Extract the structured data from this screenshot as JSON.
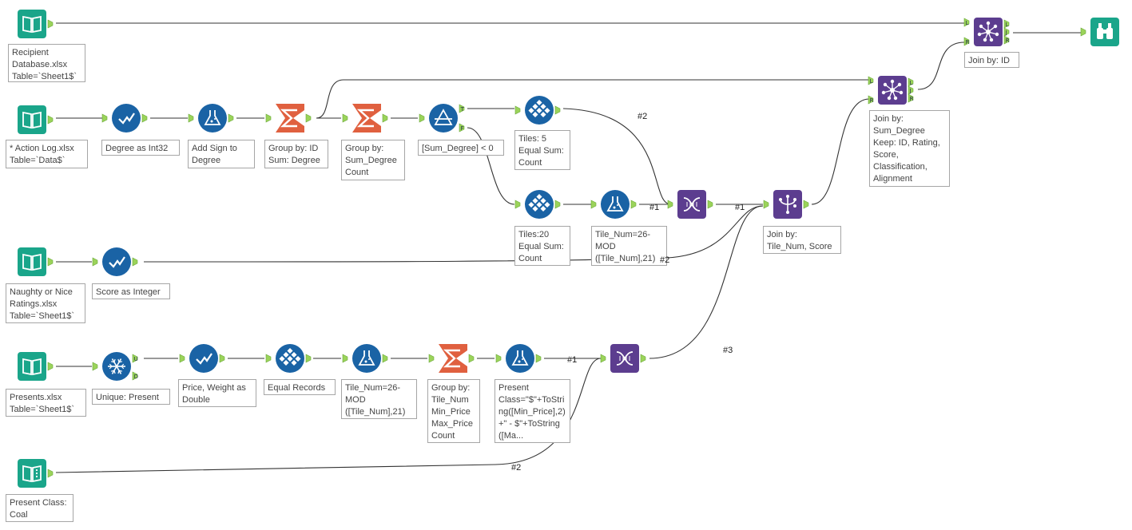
{
  "canvas": {
    "colors": {
      "input_teal": "#1aa58a",
      "prep_blue": "#1a63a5",
      "transform_orange": "#e0603f",
      "join_purple": "#5c3d8f",
      "anchor_green": "#9bd35a",
      "connection": "#333333"
    }
  },
  "nodes": [
    {
      "id": "n1",
      "kind": "input",
      "icon": "open-book-icon",
      "annotation": [
        "Recipient",
        "Database.xlsx",
        "Table=`Sheet1$`"
      ]
    },
    {
      "id": "n2",
      "kind": "input",
      "icon": "open-book-icon",
      "annotation": [
        "* Action Log.xlsx",
        "Table=`Data$`"
      ]
    },
    {
      "id": "n3",
      "kind": "select",
      "icon": "checkmark-icon",
      "annotation": [
        "Degree as Int32"
      ]
    },
    {
      "id": "n4",
      "kind": "formula",
      "icon": "flask-icon",
      "annotation": [
        "Add Sign to",
        "Degree"
      ]
    },
    {
      "id": "n5",
      "kind": "summarize",
      "icon": "sigma-icon",
      "annotation": [
        "Group by: ID",
        "Sum: Degree"
      ]
    },
    {
      "id": "n6",
      "kind": "summarize",
      "icon": "sigma-icon",
      "annotation": [
        "Group by:",
        "Sum_Degree",
        "Count"
      ]
    },
    {
      "id": "n7",
      "kind": "filter",
      "icon": "filter-triangle-icon",
      "annotation": [
        "[Sum_Degree] < 0"
      ],
      "anchors": [
        "T",
        "F"
      ]
    },
    {
      "id": "n8",
      "kind": "tile",
      "icon": "tile-grid-icon",
      "annotation": [
        "Tiles: 5",
        "Equal Sum:",
        "Count"
      ]
    },
    {
      "id": "n9",
      "kind": "tile",
      "icon": "tile-grid-icon",
      "annotation": [
        "Tiles:20",
        "Equal Sum:",
        "Count"
      ]
    },
    {
      "id": "n10",
      "kind": "formula",
      "icon": "flask-icon",
      "annotation": [
        "Tile_Num=26-",
        "MOD",
        "([Tile_Num],21)"
      ]
    },
    {
      "id": "n11",
      "kind": "union",
      "icon": "dna-icon",
      "annotation": []
    },
    {
      "id": "n12",
      "kind": "multi-join",
      "icon": "fork-join-icon",
      "annotation": [
        "Join by:",
        "Tile_Num, Score"
      ]
    },
    {
      "id": "n13",
      "kind": "join",
      "icon": "network-join-icon",
      "annotation": [
        "Join by:",
        "Sum_Degree",
        "Keep: ID, Rating,",
        "Score,",
        "Classification,",
        "Alignment"
      ],
      "anchors": [
        "L",
        "R",
        "L",
        "J",
        "R"
      ]
    },
    {
      "id": "n14",
      "kind": "join",
      "icon": "network-join-icon",
      "annotation": [
        "Join by: ID"
      ],
      "anchors": [
        "L",
        "R",
        "L",
        "J",
        "R"
      ]
    },
    {
      "id": "n15",
      "kind": "browse",
      "icon": "binoculars-icon",
      "annotation": []
    },
    {
      "id": "n16",
      "kind": "input",
      "icon": "open-book-icon",
      "annotation": [
        "Naughty or Nice",
        "Ratings.xlsx",
        "Table=`Sheet1$`"
      ]
    },
    {
      "id": "n17",
      "kind": "select",
      "icon": "checkmark-icon",
      "annotation": [
        "Score as Integer"
      ]
    },
    {
      "id": "n18",
      "kind": "input",
      "icon": "open-book-icon",
      "annotation": [
        "Presents.xlsx",
        "Table=`Sheet1$`"
      ]
    },
    {
      "id": "n19",
      "kind": "unique",
      "icon": "snowflake-icon",
      "annotation": [
        "Unique: Present"
      ],
      "anchors": [
        "U",
        "D"
      ]
    },
    {
      "id": "n20",
      "kind": "select",
      "icon": "checkmark-icon",
      "annotation": [
        "Price, Weight as",
        "Double"
      ]
    },
    {
      "id": "n21",
      "kind": "tile",
      "icon": "tile-grid-icon",
      "annotation": [
        "Equal Records"
      ]
    },
    {
      "id": "n22",
      "kind": "formula",
      "icon": "flask-icon",
      "annotation": [
        "Tile_Num=26-",
        "MOD",
        "([Tile_Num],21)"
      ]
    },
    {
      "id": "n23",
      "kind": "summarize",
      "icon": "sigma-icon",
      "annotation": [
        "Group by:",
        "Tile_Num",
        "Min_Price",
        "Max_Price",
        "Count"
      ]
    },
    {
      "id": "n24",
      "kind": "formula",
      "icon": "flask-icon",
      "annotation": [
        "Present",
        "Class=\"$\"+ToStri",
        "ng([Min_Price],2)",
        "+\" - $\"+ToString",
        "([Ma..."
      ]
    },
    {
      "id": "n25",
      "kind": "union",
      "icon": "dna-icon",
      "annotation": []
    },
    {
      "id": "n26",
      "kind": "text-input",
      "icon": "book-dots-icon",
      "annotation": [
        "Present Class:",
        "Coal"
      ]
    }
  ],
  "wire_labels": [
    "#2",
    "#1",
    "#1",
    "#2",
    "#3",
    "#1",
    "#2"
  ]
}
